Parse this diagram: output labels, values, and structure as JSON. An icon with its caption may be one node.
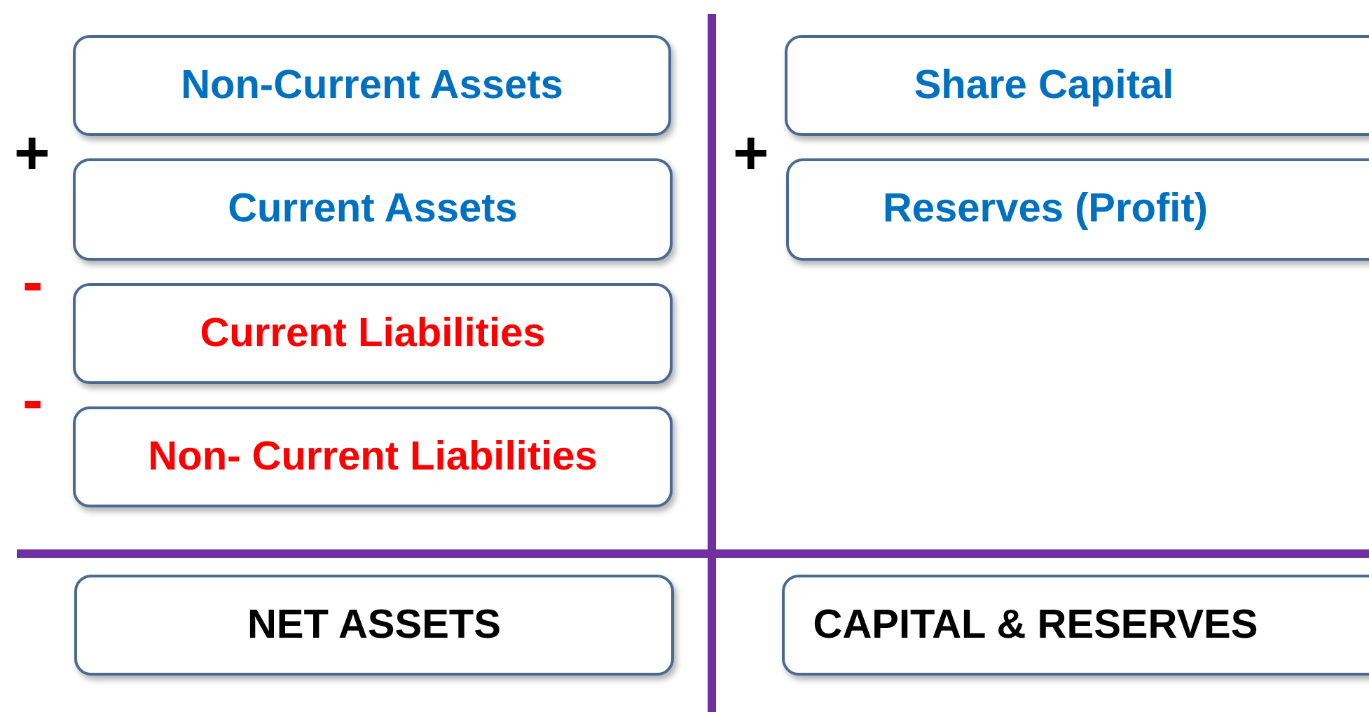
{
  "diagram": {
    "nodes": [
      {
        "text": [
          "Non-Current Assets"
        ]
      },
      {
        "text": [
          "Current Assets"
        ]
      },
      {
        "text": [
          "Current Liabilities"
        ]
      },
      {
        "text": [
          "Non- Current Liabilities"
        ]
      },
      {
        "text": [
          "NET ASSETS"
        ]
      },
      {
        "text": [
          "Share Capital"
        ]
      },
      {
        "text": [
          "Reserves (Profit)"
        ]
      },
      {
        "text": [
          "CAPITAL & RESERVES"
        ]
      }
    ],
    "edges": [],
    "labels": [
      "+",
      "+",
      "-",
      "-"
    ]
  }
}
